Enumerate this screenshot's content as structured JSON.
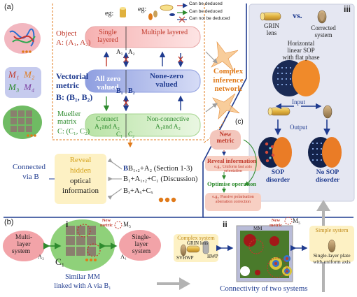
{
  "panel_a": {
    "label": "(a)",
    "eg1": "eg:",
    "eg2": "eg:",
    "legend": [
      "Can be deduced",
      "Can be deduced",
      "Can not be deduced"
    ],
    "object": {
      "title": "Object",
      "sub": "A: (A₁, A₂)",
      "left": "Single layered",
      "right": "Multiple layered",
      "a1": "A₁",
      "a2": "A₂"
    },
    "metric": {
      "title": "Vectorial metric",
      "sub": "B: (B₁, B₂)",
      "left": "All zero valued",
      "right": "None-zero valued",
      "b1": "B₁",
      "b2": "B₂"
    },
    "mueller": {
      "title": "Mueller matrix",
      "sub": "C: (C₁, C₂)",
      "left1": "Connect",
      "left2": "A₁and A₂",
      "right1": "Non-connective",
      "right2": "A₁and A₂",
      "c1": "C₁",
      "c2": "C₂"
    },
    "complex_network": "Complex inference network",
    "connected_via": [
      "Connected",
      "via B"
    ],
    "reveal": [
      "Reveal",
      "hidden",
      "optical",
      "information"
    ],
    "formulas": [
      "B₁,₂+A₂ (Section 1-3)",
      "B₁+A₁,₂+C₁ (Discussion)",
      "Bₓ+Aₓ+Cₓ"
    ],
    "matrix_symbols": [
      "M₁",
      "M₂",
      "M₃",
      "M₄"
    ]
  },
  "panel_c": {
    "label": "(c)",
    "new_metric": "New metric",
    "reveal_info": "Reveal information",
    "reveal_eg": "e.g., Uniform fast axis orientation",
    "optimise": "Optimise operation",
    "optimise_eg": "e.g., Passive polarisation aberration correction"
  },
  "panel_iii": {
    "label": "iii",
    "grin": [
      "GRIN",
      "lens"
    ],
    "vs": "vs.",
    "corrected": [
      "Corrected",
      "system"
    ],
    "sop_text": [
      "Horizontal",
      "linear SOP",
      "with flat phase"
    ],
    "input": "Input",
    "output": "Output",
    "sop_disorder": [
      "SOP",
      "disorder"
    ],
    "no_sop_disorder": [
      "No SOP",
      "disorder"
    ]
  },
  "panel_b": {
    "label": "(b)",
    "i": "i",
    "ii": "ii",
    "new_metric_1": [
      "New",
      "metric"
    ],
    "m5_1": "M₅",
    "new_metric_2": [
      "New",
      "metric"
    ],
    "m5_2": "M₅",
    "multi_layer": [
      "Multi-",
      "layer",
      "system"
    ],
    "a2": "A₂",
    "c1": "C₁",
    "a1": "A₁",
    "single_layer": [
      "Single-",
      "layer",
      "system"
    ],
    "similar_mm": [
      "Similar MM",
      "linked with A via B₁"
    ],
    "complex_system": "Complex system",
    "grin_lens": "GRIN lens",
    "hwp": "HWP",
    "svhwp": "SVHWP",
    "mm": "MM",
    "simple_system": "Simple system",
    "single_plate": [
      "Single-layer plate",
      "with uniform axis"
    ],
    "connectivity": "Connectivity of two systems"
  }
}
